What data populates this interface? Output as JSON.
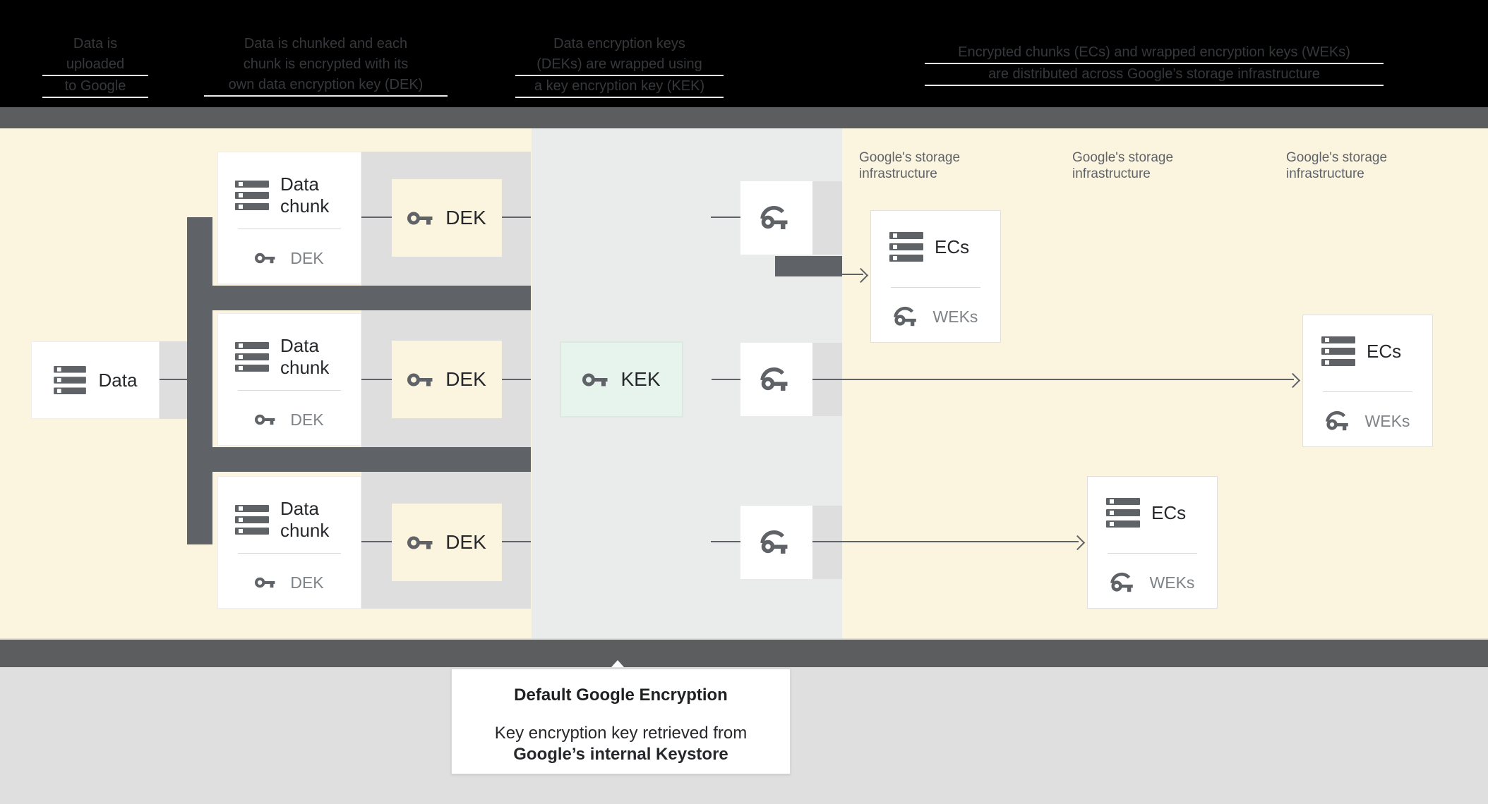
{
  "header": {
    "columns": [
      {
        "lines": [
          "Data is",
          "uploaded",
          "to Google"
        ]
      },
      {
        "lines": [
          "Data is chunked and each",
          "chunk is encrypted with its",
          "own data encryption key (DEK)"
        ]
      },
      {
        "lines": [
          "Data encryption keys",
          "(DEKs) are wrapped using",
          "a key encryption key (KEK)"
        ]
      },
      {
        "lines": [
          "Encrypted chunks (ECs) and wrapped encryption keys (WEKs)",
          "are distributed across Google’s storage infrastructure"
        ]
      }
    ]
  },
  "diagram": {
    "data_box": {
      "label": "Data"
    },
    "chunks": [
      {
        "title_line1": "Data",
        "title_line2": "chunk",
        "key_label": "DEK"
      },
      {
        "title_line1": "Data",
        "title_line2": "chunk",
        "key_label": "DEK"
      },
      {
        "title_line1": "Data",
        "title_line2": "chunk",
        "key_label": "DEK"
      }
    ],
    "deks": [
      {
        "label": "DEK"
      },
      {
        "label": "DEK"
      },
      {
        "label": "DEK"
      }
    ],
    "kek": {
      "label": "KEK"
    },
    "storage_labels": [
      {
        "line1": "Google's storage",
        "line2": "infrastructure"
      },
      {
        "line1": "Google's storage",
        "line2": "infrastructure"
      },
      {
        "line1": "Google's storage",
        "line2": "infrastructure"
      }
    ],
    "ecs_boxes": [
      {
        "title": "ECs",
        "key_label": "WEKs"
      },
      {
        "title": "ECs",
        "key_label": "WEKs"
      },
      {
        "title": "ECs",
        "key_label": "WEKs"
      }
    ]
  },
  "caption": {
    "title": "Default Google Encryption",
    "line1": "Key encryption key retrieved from",
    "line2": "Google’s internal Keystore"
  },
  "colors": {
    "cream": "#fbf4df",
    "panel": "#e9eceb",
    "light_gray": "#dedede",
    "dark": "#5f6368",
    "band_gray": "#5c5d5f",
    "kek_fill": "#e7f3ed",
    "kek_border": "#dbe9e1",
    "bottom_bg": "#dfdfdf",
    "header_bg": "#000000",
    "header_text": "#36383b"
  }
}
